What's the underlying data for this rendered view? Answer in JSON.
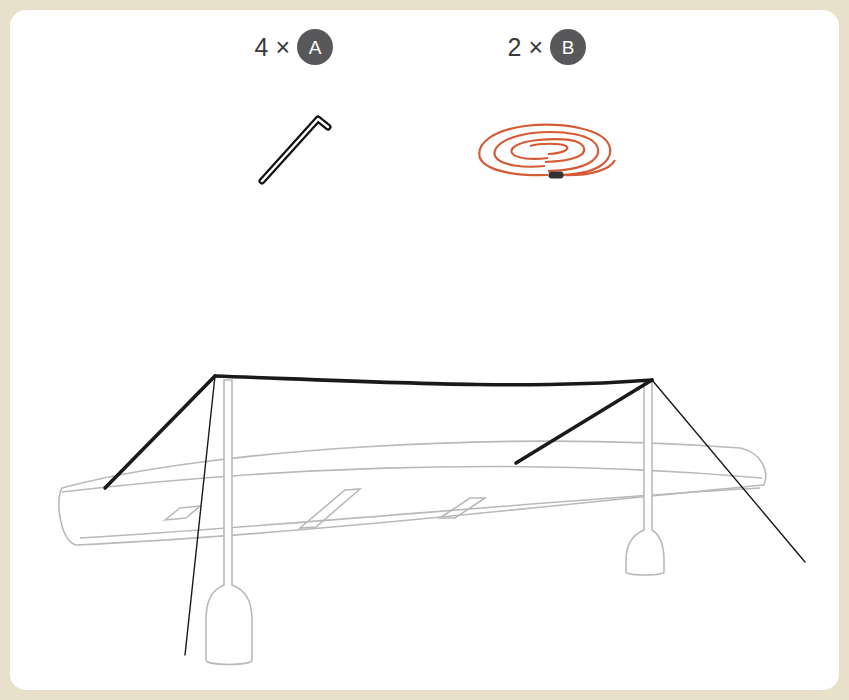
{
  "diagram": {
    "nodes": [
      {
        "text": [
          "A"
        ]
      },
      {
        "text": [
          "B"
        ]
      }
    ],
    "labels": [
      "4 ×",
      "2 ×"
    ]
  }
}
